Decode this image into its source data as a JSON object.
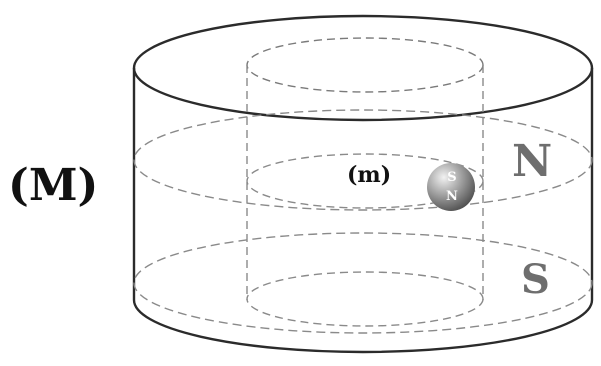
{
  "labels": {
    "outer_label": "(M)",
    "inner_label": "(m)",
    "pole_north": "N",
    "pole_south": "S",
    "ball_top": "S",
    "ball_bottom": "N"
  },
  "colors": {
    "line": "#2b2b2b",
    "dashed": "#8a8a8a",
    "pole_text": "#6e6e6e",
    "label_text": "#111111",
    "ball_light": "#d9d9d9",
    "ball_dark": "#5a5a5a"
  }
}
